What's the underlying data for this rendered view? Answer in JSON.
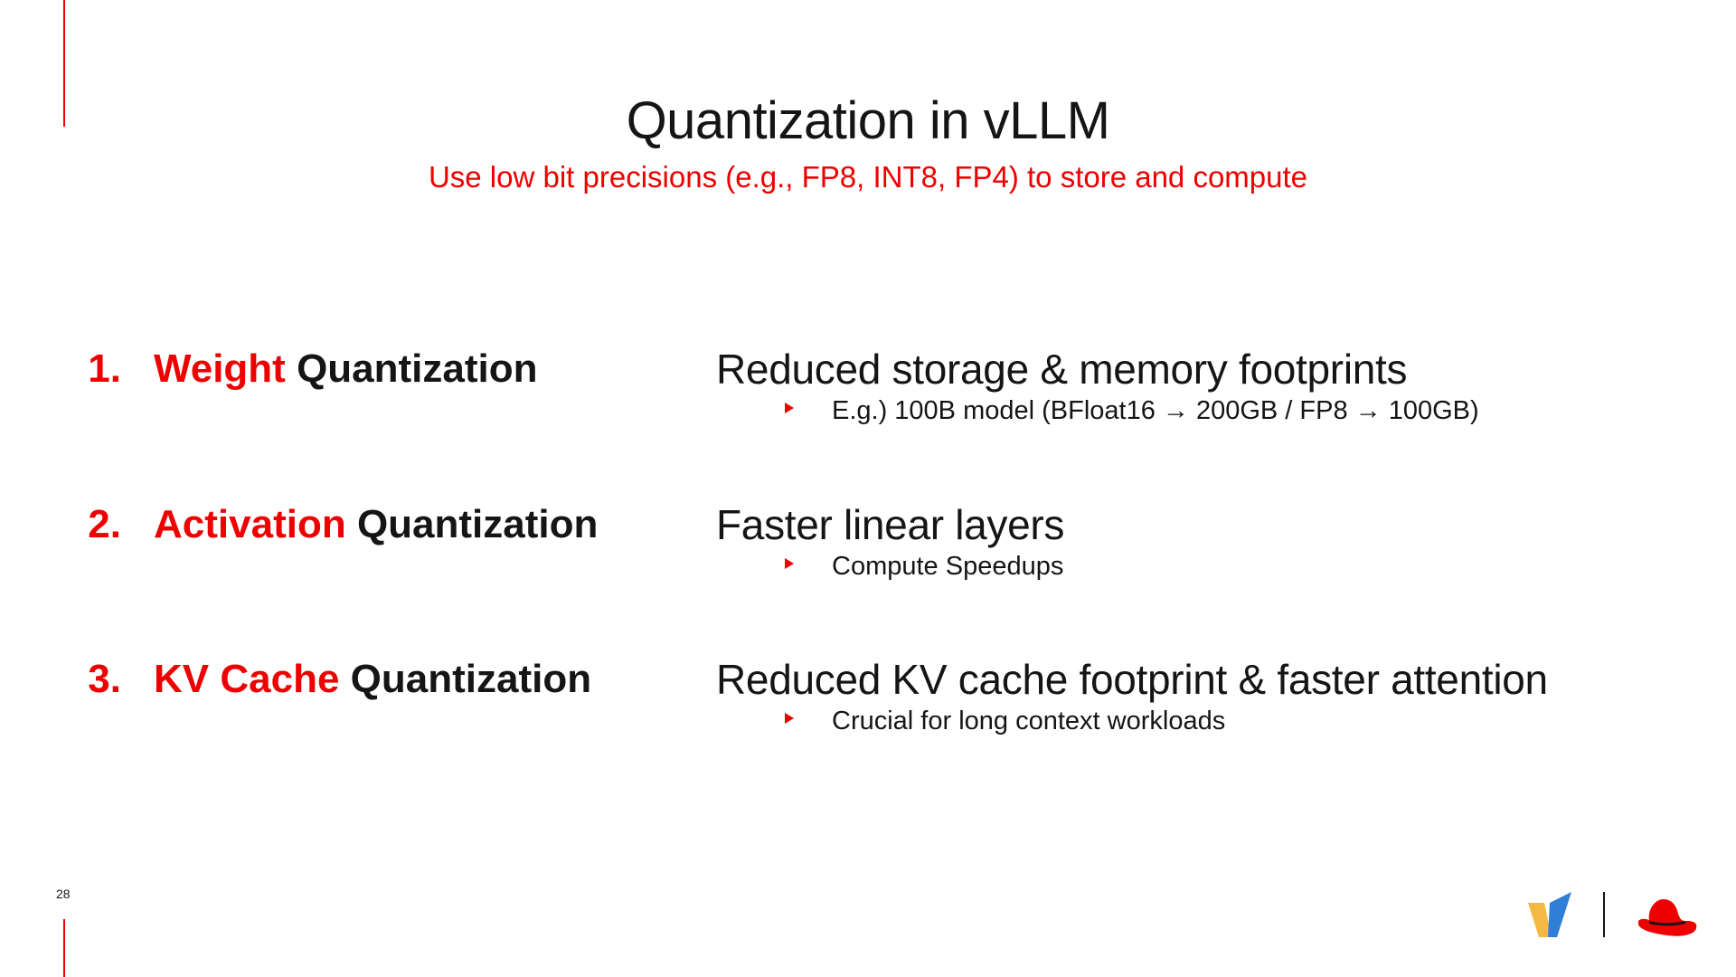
{
  "slide": {
    "title": "Quantization in vLLM",
    "subtitle": "Use low bit precisions (e.g., FP8, INT8, FP4) to store and compute",
    "page_number": "28"
  },
  "items": [
    {
      "number": "1.",
      "highlight": "Weight",
      "rest": "Quantization",
      "benefit": "Reduced storage & memory footprints",
      "detail": "E.g.) 100B model (BFloat16 → 200GB / FP8 → 100GB)"
    },
    {
      "number": "2.",
      "highlight": "Activation",
      "rest": "Quantization",
      "benefit": "Faster linear layers",
      "detail": "Compute Speedups"
    },
    {
      "number": "3.",
      "highlight": "KV Cache",
      "rest": "Quantization",
      "benefit": "Reduced KV cache footprint & faster attention",
      "detail": "Crucial for long context workloads"
    }
  ],
  "colors": {
    "accent": "#ee0000",
    "text": "#151515",
    "vllm_yellow": "#f4b942",
    "vllm_blue": "#2f7fd6"
  },
  "logos": {
    "vllm": "vllm-logo-icon",
    "redhat": "redhat-logo-icon"
  }
}
